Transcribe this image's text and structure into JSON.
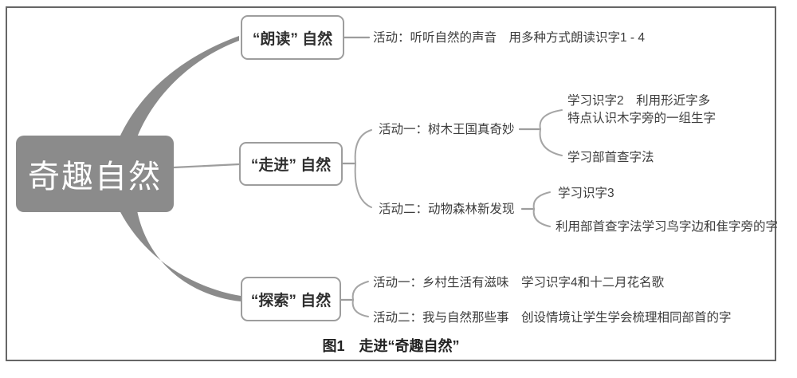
{
  "figure": {
    "caption": "图1　走进“奇趣自然”",
    "root": {
      "label": "奇趣自然"
    },
    "branches": [
      {
        "label": "“朗读” 自然",
        "activities": [
          {
            "text": "活动：听听自然的声音　用多种方式朗读识字1 - 4",
            "children": []
          }
        ]
      },
      {
        "label": "“走进” 自然",
        "activities": [
          {
            "text": "活动一：树木王国真奇妙",
            "children": [
              "学习识字2　利用形近字多\n特点认识木字旁的一组生字",
              "学习部首查字法"
            ]
          },
          {
            "text": "活动二：动物森林新发现",
            "children": [
              "学习识字3",
              "利用部首查字法学习鸟字边和隹字旁的字"
            ]
          }
        ]
      },
      {
        "label": "“探索” 自然",
        "activities": [
          {
            "text": "活动一：乡村生活有滋味　学习识字4和十二月花名歌",
            "children": []
          },
          {
            "text": "活动二：我与自然那些事　创设情境让学生学会梳理相同部首的字",
            "children": []
          }
        ]
      }
    ]
  },
  "colors": {
    "root_fill": "#8b8b8b",
    "root_text": "#ffffff",
    "thick_branch": "#8b8b8b",
    "line": "#9d9d9d",
    "text": "#3d3d3d",
    "frame_border": "#666666"
  }
}
